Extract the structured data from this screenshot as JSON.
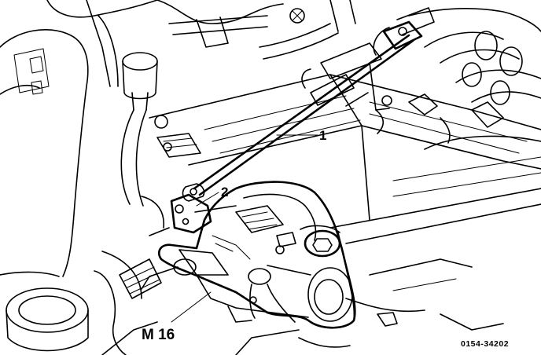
{
  "callouts": {
    "one": "1",
    "two": "2",
    "m16": "M 16"
  },
  "figure_ref": "0154-34202",
  "colors": {
    "ink": "#000000",
    "paper": "#ffffff"
  }
}
